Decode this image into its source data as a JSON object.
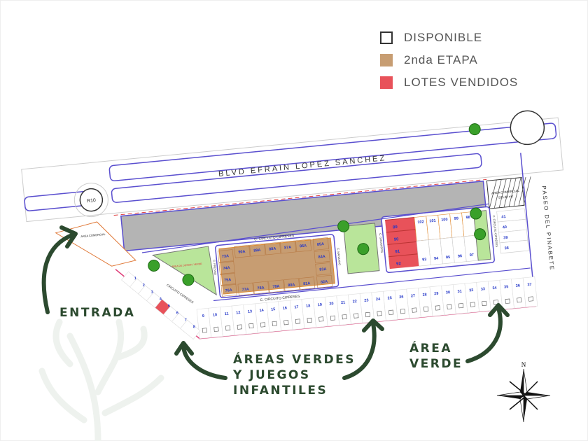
{
  "legend": [
    {
      "label": "DISPONIBLE",
      "color": "#ffffff"
    },
    {
      "label": "2nda ETAPA",
      "color": "#c79d72"
    },
    {
      "label": "LOTES VENDIDOS",
      "color": "#e8525a"
    }
  ],
  "roads": {
    "boulevard": "BLVD EFRAIN LOPEZ SANCHEZ",
    "paseo": "PASEO DEL PINABETE",
    "circuito_top": "C. CIRCUITO CIPRESES",
    "circuito_right": "C. CIRCUITO CIPRESES",
    "circuito_bottom": "C. CIRCUITO CIPRESES",
    "circuito_left": "CIRCUITO CIPRESES",
    "manzano": "C. MANZANO",
    "granados": "C. GRANADOS",
    "fresno": "C. FRESNO",
    "roundabout": "R10"
  },
  "areas": {
    "comercial_right": "AREA COMERCIAL",
    "comercial_right_size": "575.94 m2",
    "comercial_left": "AREA COMERCIAL",
    "verde": "AREA DE DESIGN. VERDE"
  },
  "lots": {
    "stage2": [
      "73A",
      "90A",
      "89A",
      "88A",
      "87A",
      "86A",
      "85A",
      "74A",
      "84A",
      "75A",
      "83A",
      "76A",
      "77A",
      "78A",
      "79A",
      "80A",
      "81A",
      "82A"
    ],
    "sold": [
      "89",
      "90",
      "91",
      "92",
      "5"
    ],
    "block_top": [
      "102",
      "101",
      "100",
      "99",
      "98"
    ],
    "block_bottom": [
      "93",
      "94",
      "95",
      "96",
      "97"
    ],
    "right_column": [
      "41",
      "40",
      "39",
      "38"
    ],
    "diagonal": [
      "1",
      "2",
      "3",
      "4",
      "5",
      "6",
      "7",
      "8"
    ],
    "bottom_row": [
      "9",
      "10",
      "11",
      "12",
      "13",
      "14",
      "15",
      "16",
      "17",
      "18",
      "19",
      "20",
      "21",
      "22",
      "23",
      "24",
      "25",
      "26",
      "27",
      "28",
      "29",
      "30",
      "31",
      "32",
      "33",
      "34",
      "35",
      "36",
      "37"
    ]
  },
  "annotations": {
    "entrada": "ENTRADA",
    "areas_verdes": [
      "ÁREAS VERDES",
      "Y JUEGOS",
      "INFANTILES"
    ],
    "area_verde": [
      "ÁREA",
      "VERDE"
    ]
  },
  "compass": {
    "north": "N"
  },
  "colors": {
    "accent": "#2c4a2f",
    "road": "#5a4fcf",
    "park": "#b9e59a",
    "border": "#e0407a"
  }
}
